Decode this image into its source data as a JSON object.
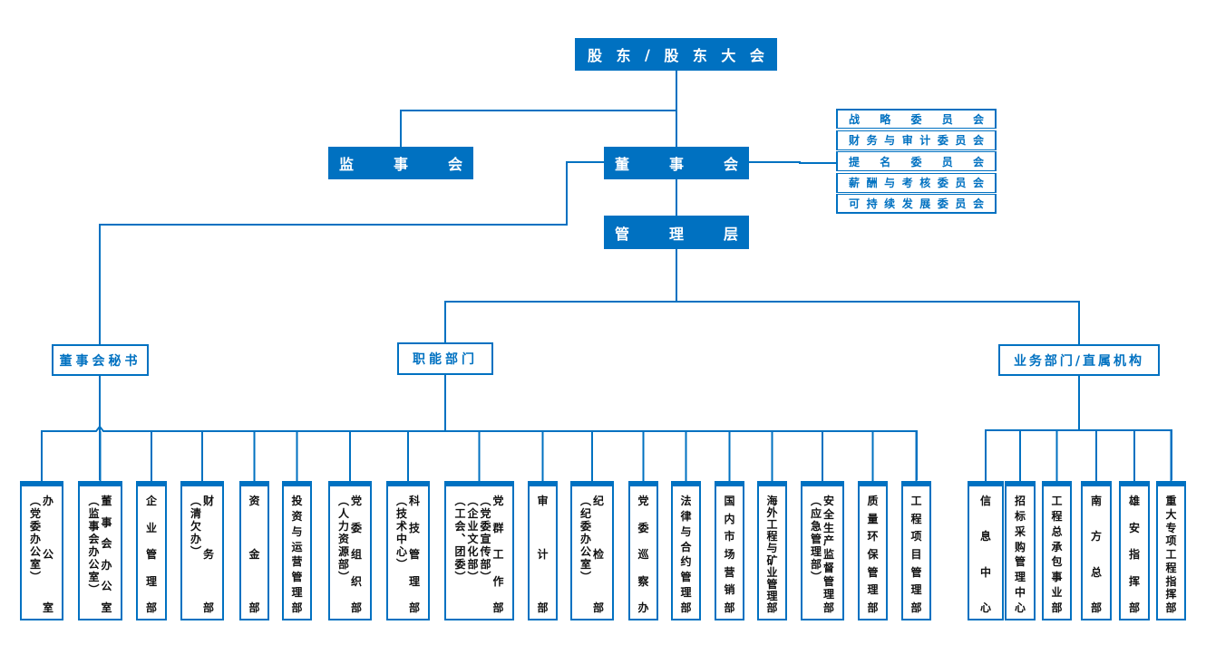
{
  "colors": {
    "primary": "#0071c1",
    "text_dark": "#111111",
    "background": "#ffffff"
  },
  "top": {
    "shareholders": [
      "股",
      "东",
      "/",
      "股",
      "东",
      "大",
      "会"
    ],
    "supervisory_board": [
      "监",
      "事",
      "会"
    ],
    "board_of_directors": [
      "董",
      "事",
      "会"
    ],
    "management": [
      "管",
      "理",
      "层"
    ]
  },
  "committees": [
    {
      "label": [
        "战",
        "略",
        "委",
        "员",
        "会"
      ]
    },
    {
      "label": [
        "财",
        "务",
        "与",
        "审",
        "计",
        "委",
        "员",
        "会"
      ]
    },
    {
      "label": [
        "提",
        "名",
        "委",
        "员",
        "会"
      ]
    },
    {
      "label": [
        "薪",
        "酬",
        "与",
        "考",
        "核",
        "委",
        "员",
        "会"
      ]
    },
    {
      "label": [
        "可",
        "持",
        "续",
        "发",
        "展",
        "委",
        "员",
        "会"
      ]
    }
  ],
  "mid": {
    "board_secretary": "董事会秘书",
    "functional_departments": "职能部门",
    "business_departments": "业务部门/直属机构"
  },
  "functional_departments": [
    {
      "name": "办公室（党委办公室）",
      "columns": [
        "办公室",
        "（党委办公室）"
      ]
    },
    {
      "name": "董事会办公室（监事会办公室）",
      "columns": [
        "董事会办公室",
        "（监事会办公室）"
      ]
    },
    {
      "name": "企业管理部",
      "columns": [
        "企业管理部"
      ]
    },
    {
      "name": "财务部（清欠办）",
      "columns": [
        "财务部",
        "（清欠办）"
      ]
    },
    {
      "name": "资金部",
      "columns": [
        "资金部"
      ]
    },
    {
      "name": "投资与运营管理部",
      "columns": [
        "投资与运营管理部"
      ]
    },
    {
      "name": "党委组织部（人力资源部）",
      "columns": [
        "党委组织部",
        "（人力资源部）"
      ]
    },
    {
      "name": "科技管理部（技术中心）",
      "columns": [
        "科技管理部",
        "（技术中心）"
      ]
    },
    {
      "name": "党群工作部（党委宣传部）（企业文化部）（工会、团委）",
      "columns": [
        "党群工作部",
        "（党委宣传部）",
        "（企业文化部）",
        "（工会、团委）"
      ]
    },
    {
      "name": "审计部",
      "columns": [
        "审计部"
      ]
    },
    {
      "name": "纪检部（纪委办公室）",
      "columns": [
        "纪检部",
        "（纪委办公室）"
      ]
    },
    {
      "name": "党委巡察办",
      "columns": [
        "党委巡察办"
      ]
    },
    {
      "name": "法律与合约管理部",
      "columns": [
        "法律与合约管理部"
      ]
    },
    {
      "name": "国内市场营销部",
      "columns": [
        "国内市场营销部"
      ]
    },
    {
      "name": "海外工程与矿业管理部",
      "columns": [
        "海外工程与矿业管理部"
      ]
    },
    {
      "name": "安全生产监督管理部（应急管理部）",
      "columns": [
        "安全生产监督管理部",
        "（应急管理部）"
      ]
    },
    {
      "name": "质量环保管理部",
      "columns": [
        "质量环保管理部"
      ]
    },
    {
      "name": "工程项目管理部",
      "columns": [
        "工程项目管理部"
      ]
    }
  ],
  "business_departments": [
    {
      "name": "信息中心",
      "columns": [
        "信息中心"
      ]
    },
    {
      "name": "招标采购管理中心",
      "columns": [
        "招标采购管理中心"
      ]
    },
    {
      "name": "工程总承包事业部",
      "columns": [
        "工程总承包事业部"
      ]
    },
    {
      "name": "南方总部",
      "columns": [
        "南方总部"
      ]
    },
    {
      "name": "雄安指挥部",
      "columns": [
        "雄安指挥部"
      ]
    },
    {
      "name": "重大专项工程指挥部",
      "columns": [
        "重大专项工程指挥部"
      ]
    }
  ]
}
